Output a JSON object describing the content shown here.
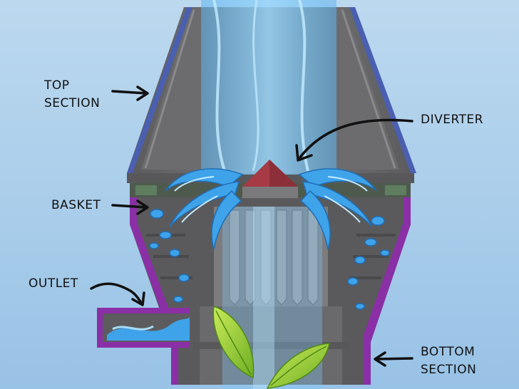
{
  "labels": {
    "top_section": [
      "TOP",
      "SECTION"
    ],
    "diverter": "DIVERTER",
    "basket": "BASKET",
    "outlet": "OUTLET",
    "bottom_section": [
      "BOTTOM",
      "SECTION"
    ]
  },
  "colors": {
    "background": "#b3d3ed",
    "body_grey": "#6e6e70",
    "body_dark": "#4d4d4f",
    "top_edge_blue": "#4a5fb0",
    "bottom_edge_purple": "#8a2fa6",
    "water_blue": "#3fa3ea",
    "water_light": "#a9dcfb",
    "diverter_red": "#a63a45",
    "leaf_green": "#8fca2f"
  }
}
